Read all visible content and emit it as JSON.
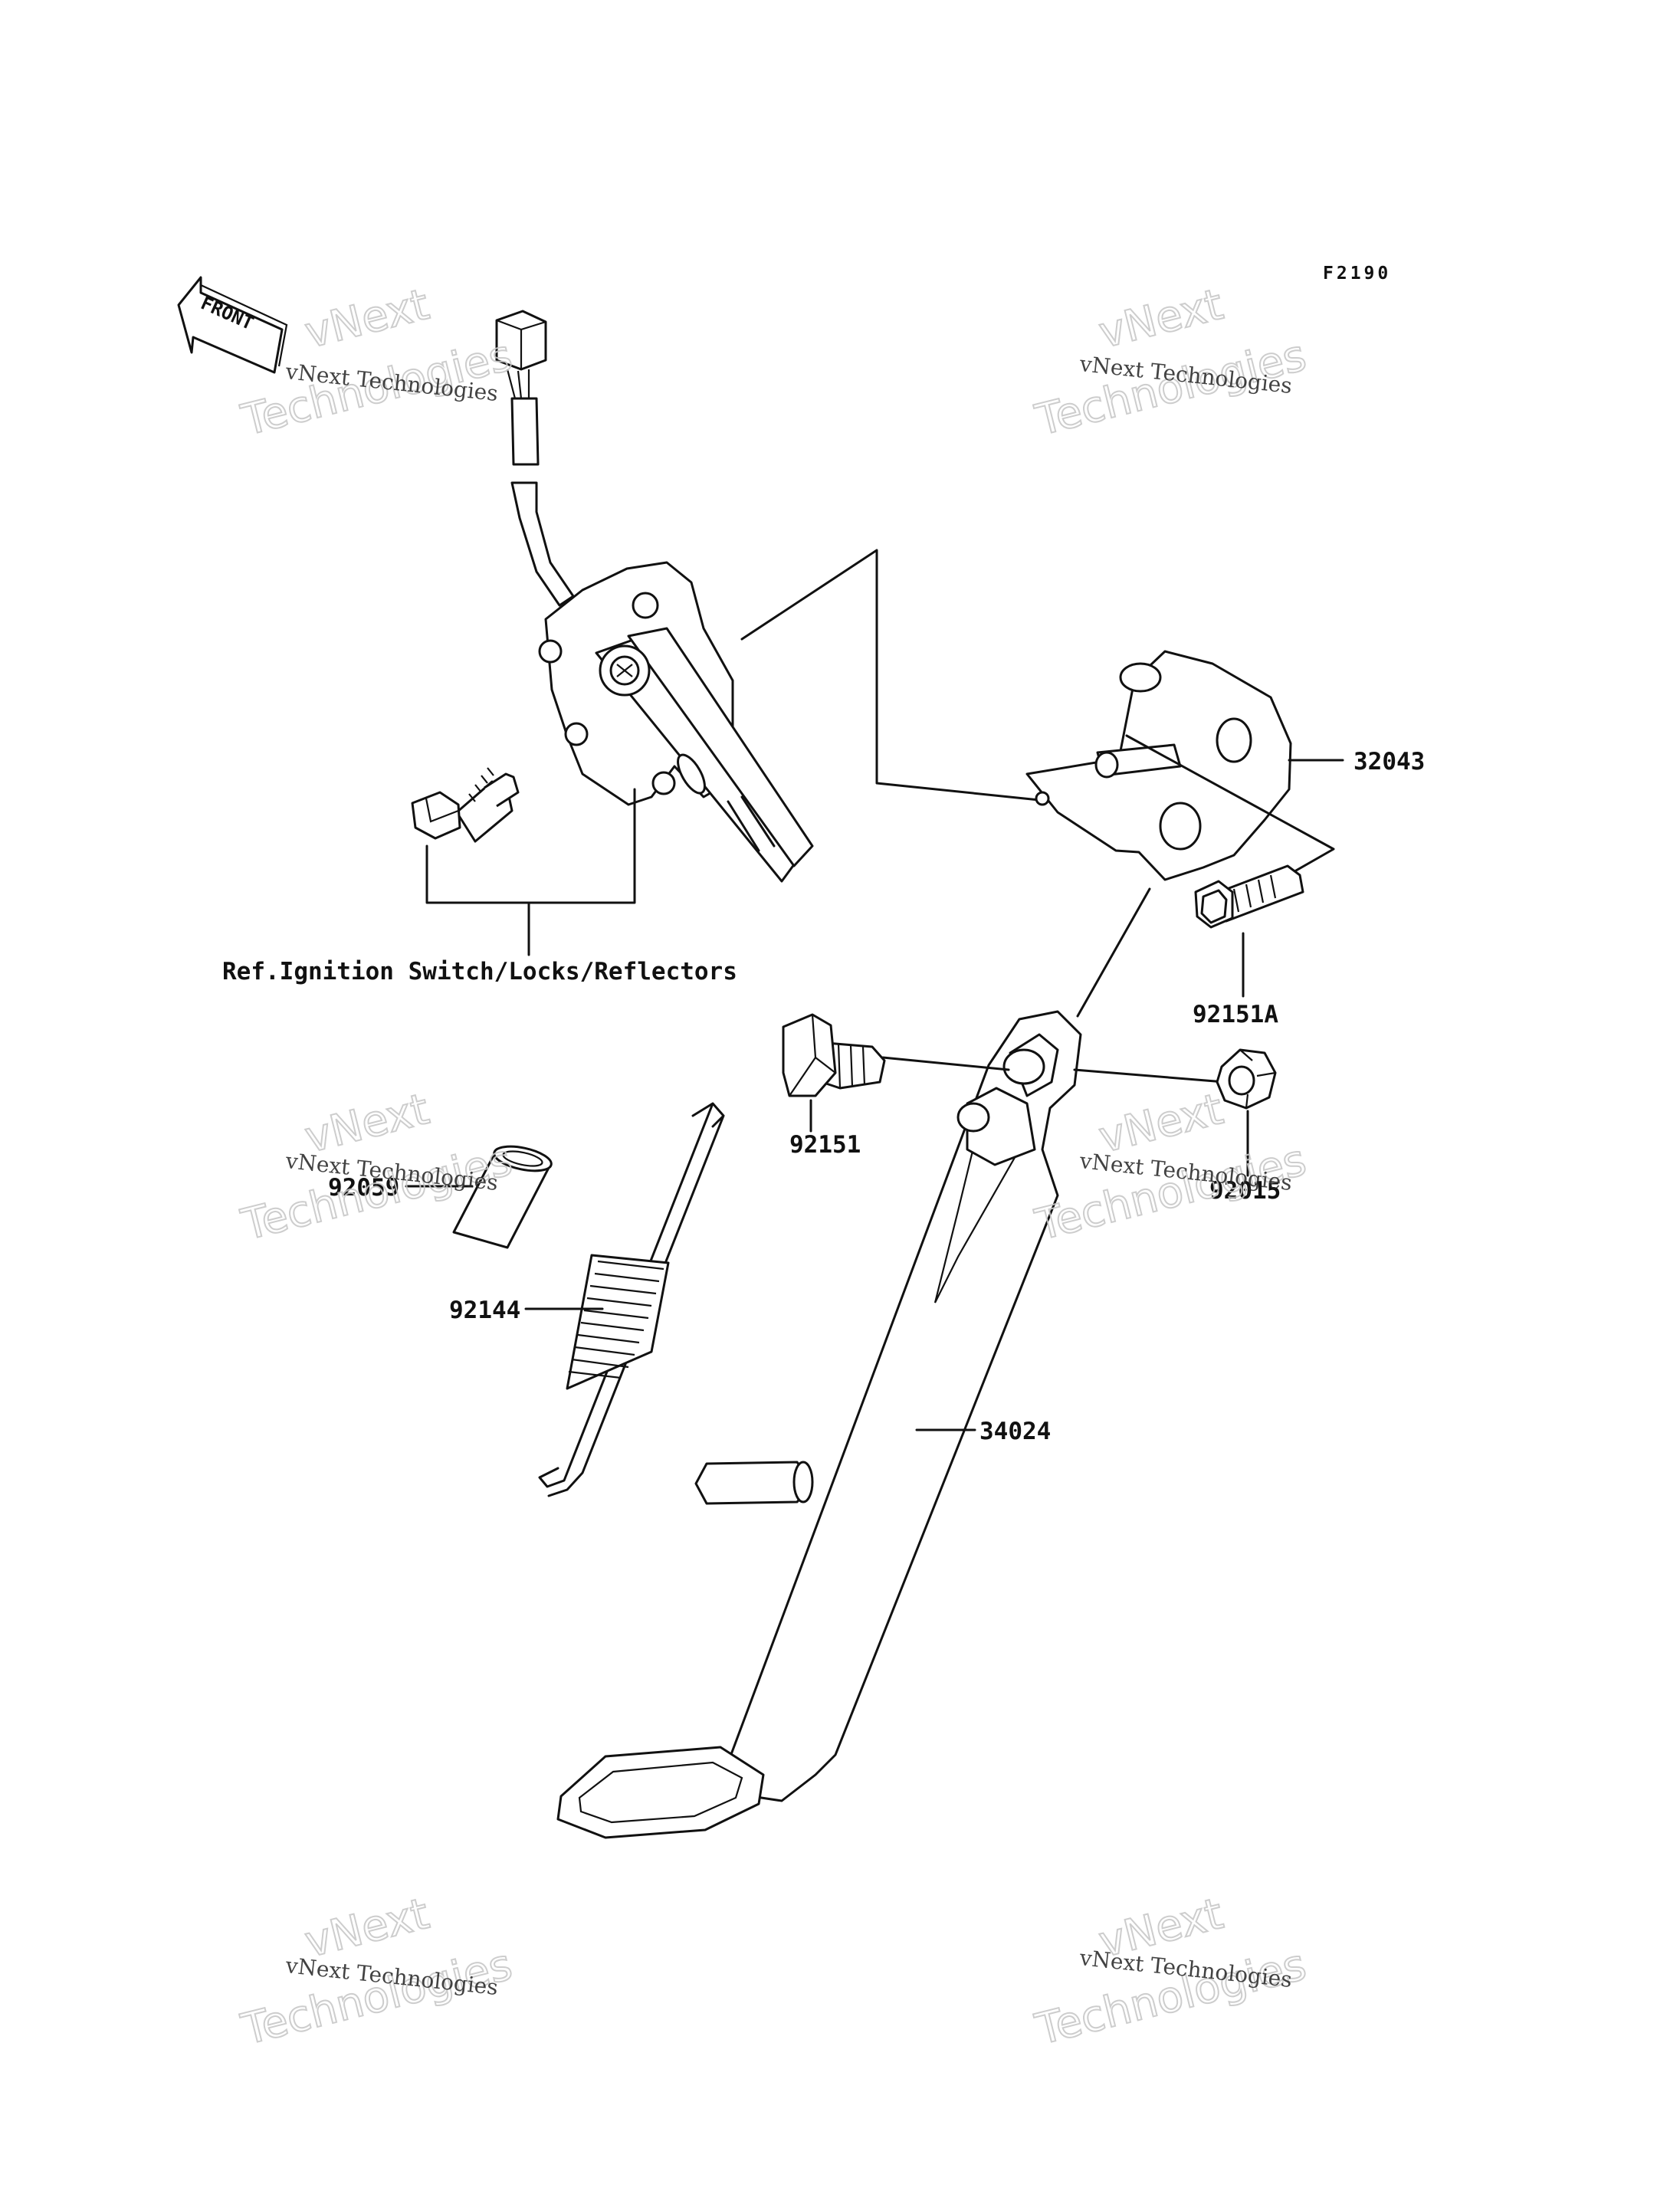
{
  "diagram_code": "F2190",
  "front_marker": "FRONT",
  "reference_note": "Ref.Ignition Switch/Locks/Reflectors",
  "parts": [
    {
      "number": "32043"
    },
    {
      "number": "92151A"
    },
    {
      "number": "92151"
    },
    {
      "number": "92015"
    },
    {
      "number": "92059"
    },
    {
      "number": "92144"
    },
    {
      "number": "34024"
    }
  ],
  "watermark": {
    "line": "vNext Technologies",
    "big_top": "vNext",
    "big_bottom": "Technologies"
  }
}
